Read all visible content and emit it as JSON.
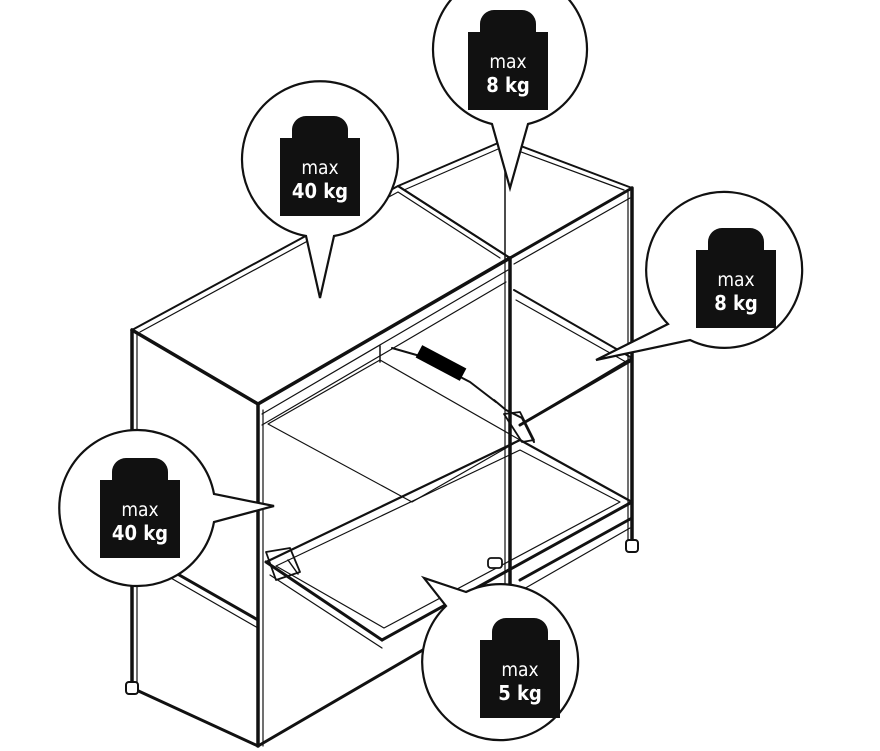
{
  "weights": [
    {
      "id": "top-back-shelf",
      "label": "max",
      "value": "8 kg"
    },
    {
      "id": "top-left-shelf",
      "label": "max",
      "value": "40 kg"
    },
    {
      "id": "right-middle-shelf",
      "label": "max",
      "value": "8 kg"
    },
    {
      "id": "lower-left-shelf",
      "label": "max",
      "value": "40 kg"
    },
    {
      "id": "drop-down-flap",
      "label": "max",
      "value": "5 kg"
    }
  ]
}
